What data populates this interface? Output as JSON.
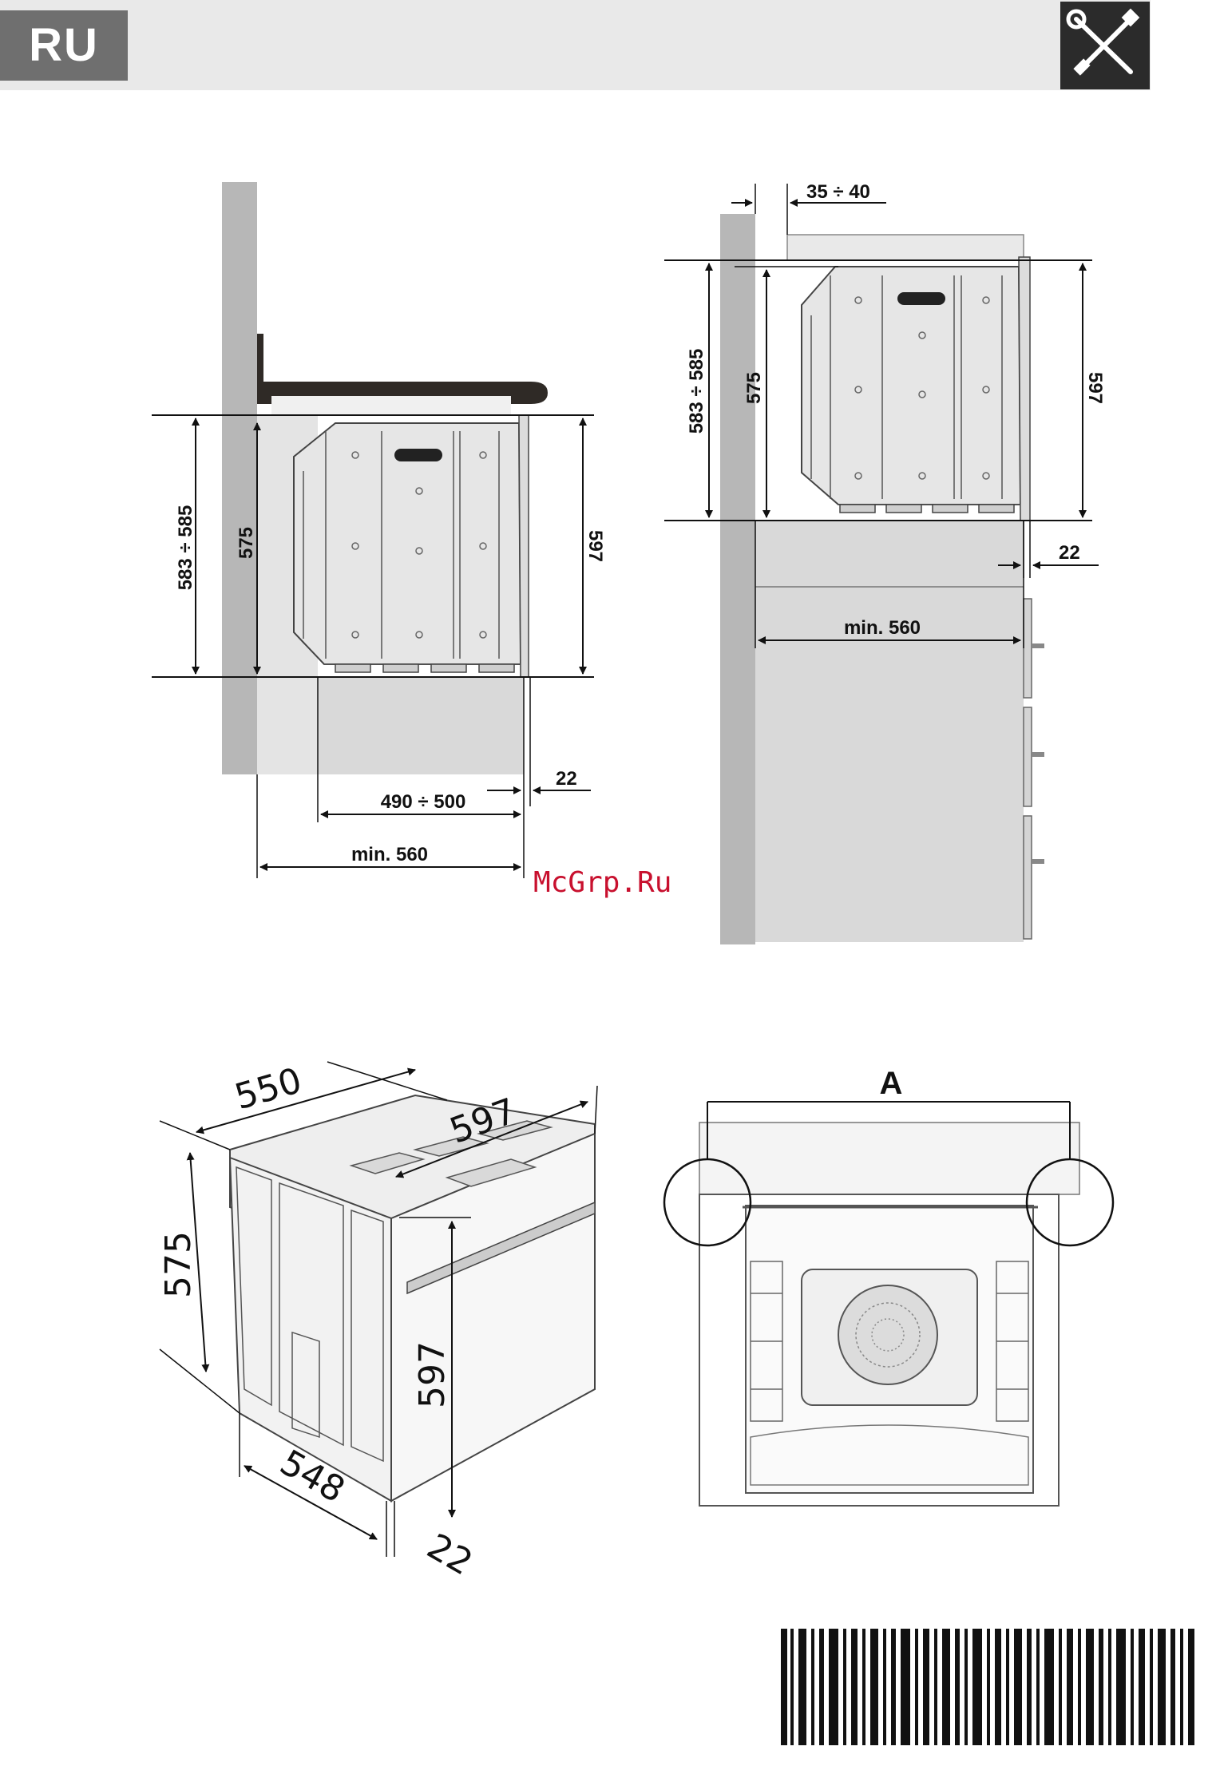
{
  "header": {
    "language": "RU",
    "tools_icon": "wrench-screwdriver-icon"
  },
  "top_left": {
    "height_range": "583 ÷ 585",
    "inner_height": "575",
    "oven_height": "597",
    "front_offset": "22",
    "depth_range": "490 ÷ 500",
    "min_depth": "min. 560"
  },
  "top_right": {
    "top_gap": "35 ÷ 40",
    "height_range": "583 ÷ 585",
    "inner_height": "575",
    "oven_height": "597",
    "front_offset": "22",
    "min_depth": "min. 560"
  },
  "iso_view": {
    "depth_top": "550",
    "width": "597",
    "height": "575",
    "front_height": "597",
    "depth_bottom": "548",
    "front_thickness": "22"
  },
  "front_view": {
    "label": "A"
  },
  "watermark": "McGrp.Ru",
  "colors": {
    "header_bg": "#e9e9e9",
    "badge_bg": "#6f6f6f",
    "tool_bg": "#2b2b2b",
    "wall": "#b7b7b7",
    "cabinet": "#d9d9d9",
    "oven": "#e6e6e6",
    "watermark": "#c8102e"
  }
}
